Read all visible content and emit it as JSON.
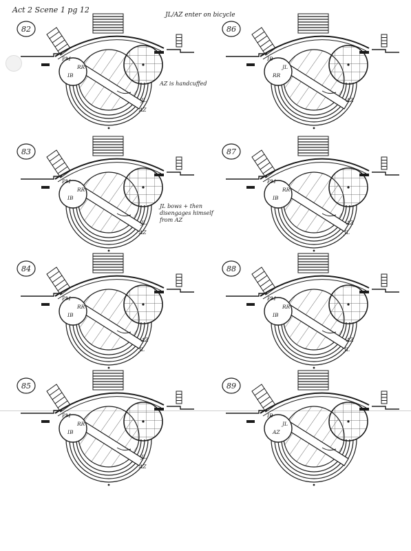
{
  "header": {
    "title": "Act 2 Scene 1 pg 12"
  },
  "page_note": "JL/AZ enter on bicycle",
  "panels": [
    {
      "number": "82",
      "labels": [
        "PM",
        "IB",
        "RR",
        "JL",
        "AZ"
      ],
      "notes": [
        "AZ is handcuffed"
      ]
    },
    {
      "number": "86",
      "labels": [
        "IB",
        "RR",
        "JL",
        "AZ"
      ],
      "notes": []
    },
    {
      "number": "83",
      "labels": [
        "PM",
        "IB",
        "RR",
        "JL",
        "AZ"
      ],
      "notes": [
        "JL bows + then disengages himself from AZ"
      ]
    },
    {
      "number": "87",
      "labels": [
        "PM",
        "IB",
        "RR",
        "AZ",
        "JL"
      ],
      "notes": []
    },
    {
      "number": "84",
      "labels": [
        "PM",
        "IB",
        "RR",
        "AZ",
        "JL"
      ],
      "notes": []
    },
    {
      "number": "88",
      "labels": [
        "PM",
        "IB",
        "RR",
        "AZ",
        "JL"
      ],
      "notes": []
    },
    {
      "number": "85",
      "labels": [
        "PM",
        "IB",
        "RR",
        "JL",
        "AZ"
      ],
      "notes": []
    },
    {
      "number": "89",
      "labels": [
        "IB",
        "AZ",
        "JL"
      ],
      "notes": []
    }
  ]
}
